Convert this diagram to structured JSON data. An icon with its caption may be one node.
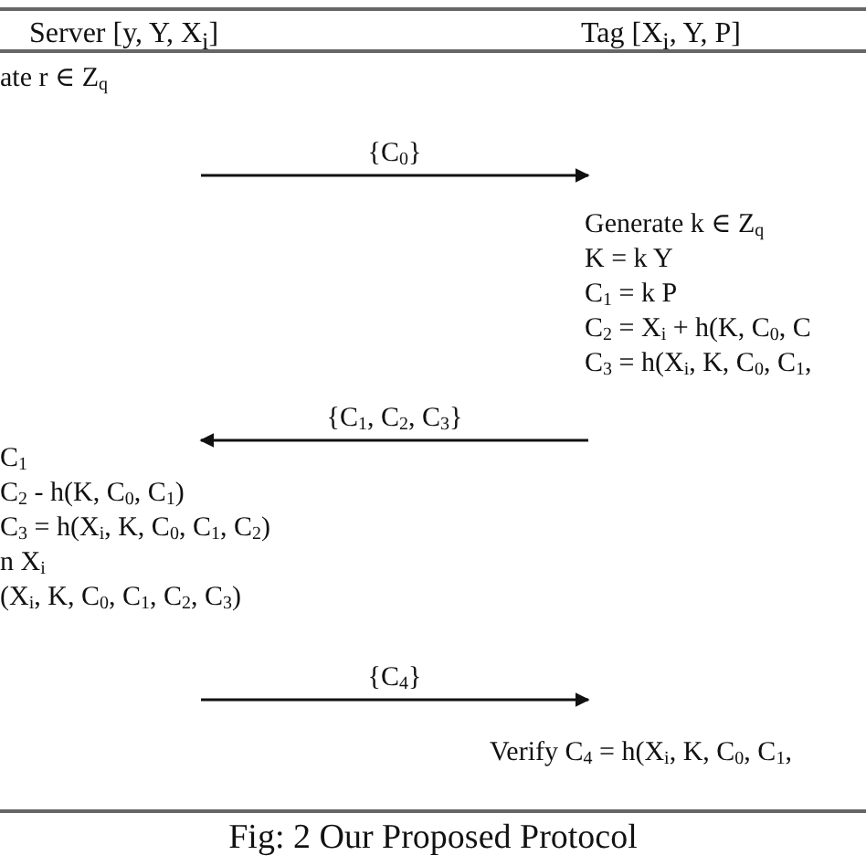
{
  "diagram": {
    "caption": "Fig: 2 Our Proposed Protocol",
    "nodes": [
      {
        "text": [
          "Server [y, Y, X$_{i}$]",
          "ate r ∈ Z$_{q}$",
          "C$_{1}$",
          "C$_{2}$ - h(K, C$_{0}$, C$_{1}$)",
          "C$_{3}$ = h(X$_{i}$, K, C$_{0}$, C$_{1}$, C$_{2}$)",
          "n X$_{i}$",
          "(X$_{i}$, K, C$_{0}$, C$_{1}$, C$_{2}$, C$_{3}$)"
        ]
      },
      {
        "text": [
          "Tag [X$_{i}$, Y, P]",
          "Generate k ∈ Z$_{q}$",
          "K = k Y",
          "C$_{1}$ = k P",
          "C$_{2}$ = X$_{i}$ + h(K, C$_{0}$, C",
          "C$_{3}$ = h(X$_{i}$, K, C$_{0}$, C$_{1}$,",
          "Verify C$_{4}$ = h(X$_{i}$, K, C$_{0}$, C$_{1}$,"
        ]
      }
    ],
    "edges": [
      {
        "from": 0,
        "to": 1,
        "arrow": "to",
        "label": "{C$_{0}$}"
      },
      {
        "from": 1,
        "to": 0,
        "arrow": "to",
        "label": "{C$_{1}$, C$_{2}$, C$_{3}$}"
      },
      {
        "from": 0,
        "to": 1,
        "arrow": "to",
        "label": "{C$_{4}$}"
      }
    ]
  }
}
